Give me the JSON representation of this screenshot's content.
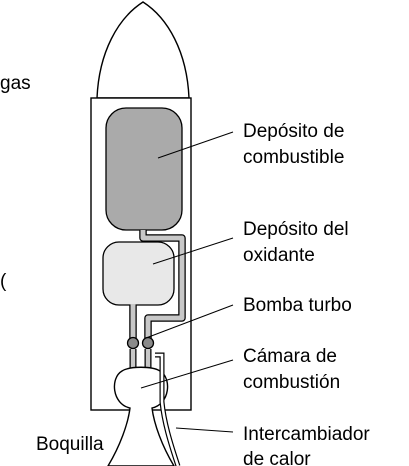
{
  "labels": {
    "partial_left_top": "gas",
    "partial_left_mid": "(",
    "fuel_tank": [
      "Depósito de",
      "combustible"
    ],
    "oxidizer_tank": [
      "Depósito del",
      "oxidante"
    ],
    "turbopump": [
      "Bomba turbo"
    ],
    "combustion_chamber": [
      "Cámara de",
      "combustión"
    ],
    "nozzle": [
      "Boquilla"
    ],
    "heat_exchanger": [
      "Intercambiador",
      "de calor"
    ]
  },
  "colors": {
    "fuel_tank_fill": "#aaaaaa",
    "oxidizer_tank_fill": "#e8e8e8",
    "pipe_fill": "#c8c8c8",
    "valve_fill": "#8a8a8a",
    "outline": "#000000",
    "body_fill": "#ffffff"
  }
}
